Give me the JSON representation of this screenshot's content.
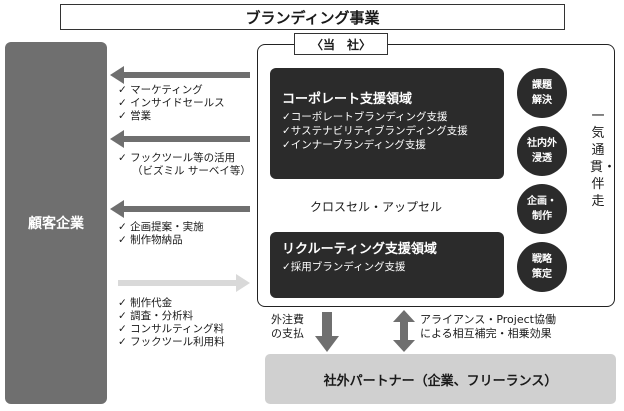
{
  "title": "ブランディング事業",
  "client": "顧客企業",
  "company_label": "〈当　社〉",
  "corporate": {
    "title": "コーポレート支援領域",
    "items": [
      "✓コーポレートブランディング支援",
      "✓サステナビリティブランディング支援",
      "✓インナーブランディング支援"
    ]
  },
  "cross_sell": "クロスセル・アップセル",
  "recruiting": {
    "title": "リクルーティング支援領域",
    "items": [
      "✓採用ブランディング支援"
    ]
  },
  "circles": [
    {
      "line1": "課題",
      "line2": "解決"
    },
    {
      "line1": "社内外",
      "line2": "浸透"
    },
    {
      "line1": "企画・",
      "line2": "制作"
    },
    {
      "line1": "戦略",
      "line2": "策定"
    }
  ],
  "vertical_text": "一気通貫・伴走",
  "lists": {
    "group1": [
      "✓ マーケティング",
      "✓ インサイドセールス",
      "✓ 営業"
    ],
    "group2": [
      "✓ フックツール等の活用",
      "（ビズミル サーベイ等）"
    ],
    "group3": [
      "✓ 企画提案・実施",
      "✓ 制作物納品"
    ],
    "group4": [
      "✓ 制作代金",
      "✓ 調査・分析料",
      "✓ コンサルティング料",
      "✓ フックツール利用料"
    ]
  },
  "outsourcing": [
    "外注費",
    "の支払"
  ],
  "alliance": [
    "アライアンス・Project協働",
    "による相互補完・相乗効果"
  ],
  "partner": "社外パートナー（企業、フリーランス）",
  "colors": {
    "dark_box": "#2b2b2b",
    "arrow_gray": "#6f6f6f",
    "arrow_light": "#d9d9d9",
    "partner_bg": "#d0d0d0"
  }
}
